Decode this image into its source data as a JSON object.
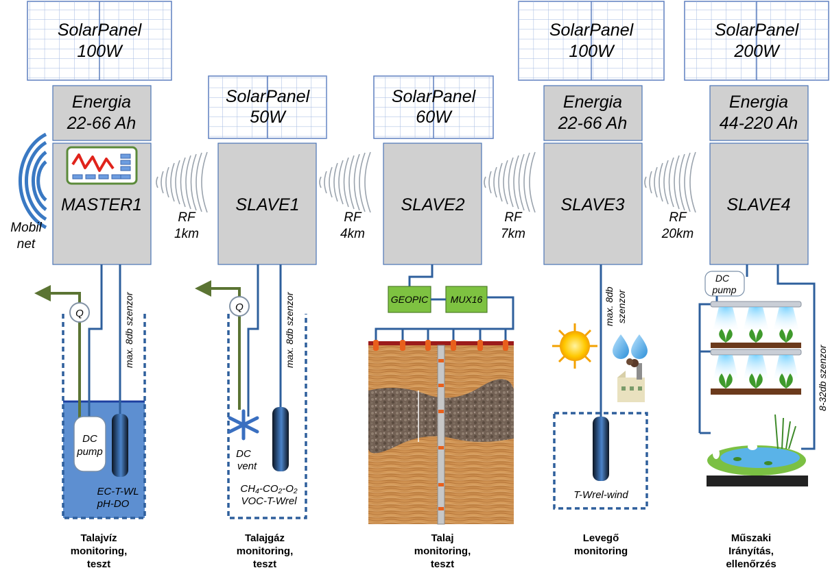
{
  "solar_panels": [
    {
      "title": "SolarPanel",
      "power": "100W"
    },
    {
      "title": "SolarPanel",
      "power": "50W"
    },
    {
      "title": "SolarPanel",
      "power": "60W"
    },
    {
      "title": "SolarPanel",
      "power": "100W"
    },
    {
      "title": "SolarPanel",
      "power": "200W"
    }
  ],
  "energy_boxes": [
    {
      "title": "Energia",
      "capacity": "22-66 Ah"
    },
    {
      "title": "Energia",
      "capacity": "22-66 Ah"
    },
    {
      "title": "Energia",
      "capacity": "44-220 Ah"
    }
  ],
  "stations": [
    "MASTER1",
    "SLAVE1",
    "SLAVE2",
    "SLAVE3",
    "SLAVE4"
  ],
  "links": [
    {
      "label": "RF",
      "distance": "1km"
    },
    {
      "label": "RF",
      "distance": "4km"
    },
    {
      "label": "RF",
      "distance": "7km"
    },
    {
      "label": "RF",
      "distance": "20km"
    }
  ],
  "mobile": {
    "line1": "Mobil",
    "line2": "net"
  },
  "groundwater": {
    "flow_meter": "Q",
    "sensor_note": "max. 8db szenzor",
    "pump_line1": "DC",
    "pump_line2": "pump",
    "params_line1": "EC-T-WL",
    "params_line2": "pH-DO",
    "caption": [
      "Talajvíz",
      "monitoring,",
      "teszt"
    ]
  },
  "soilgas": {
    "flow_meter": "Q",
    "sensor_note": "max. 8db szenzor",
    "vent_line1": "DC",
    "vent_line2": "vent",
    "params_line1": "CH₄-CO₂-O₂",
    "params_line2": "VOC-T-Wrel",
    "caption": [
      "Talajgáz",
      "monitoring,",
      "teszt"
    ]
  },
  "soil": {
    "module1": "GEOPIC",
    "module2": "MUX16",
    "caption": [
      "Talaj",
      "monitoring,",
      "teszt"
    ]
  },
  "air": {
    "sensor_note_line1": "max. 8db",
    "sensor_note_line2": "szenzor",
    "params": "T-Wrel-wind",
    "caption": [
      "Levegő",
      "monitoring"
    ]
  },
  "control": {
    "pump_line1": "DC",
    "pump_line2": "pump",
    "sensor_note": "8-32db szenzor",
    "caption": [
      "Műszaki",
      "Irányítás,",
      "ellenőrzés"
    ]
  },
  "colors": {
    "box_fill": "#d0d0d0",
    "pipe": "#2e5f9c",
    "green_pipe": "#5b7433",
    "module_fill": "#7ec241",
    "water": "#5d8fd1",
    "panel_grid": "#9fb6e0"
  }
}
